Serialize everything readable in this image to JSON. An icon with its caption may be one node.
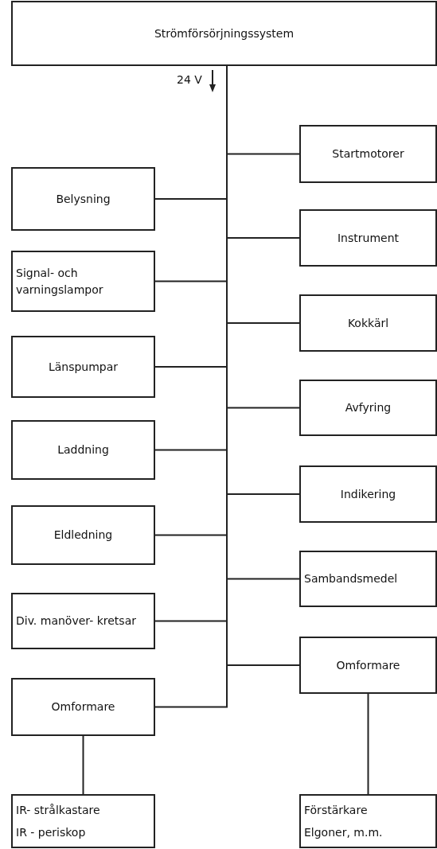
{
  "diagram": {
    "nodes": [
      {
        "text": [
          "Strömförsörjningssystem"
        ]
      },
      {
        "text": [
          "Startmotorer"
        ]
      },
      {
        "text": [
          "Belysning"
        ]
      },
      {
        "text": [
          "Instrument"
        ]
      },
      {
        "text": [
          "Signal- och varningslampor"
        ]
      },
      {
        "text": [
          "Kokkärl"
        ]
      },
      {
        "text": [
          "Länspumpar"
        ]
      },
      {
        "text": [
          "Avfyring"
        ]
      },
      {
        "text": [
          "Laddning"
        ]
      },
      {
        "text": [
          "Indikering"
        ]
      },
      {
        "text": [
          "Eldledning"
        ]
      },
      {
        "text": [
          "Sambandsmedel"
        ]
      },
      {
        "text": [
          "Div. manöver- kretsar"
        ]
      },
      {
        "text": [
          "Omformare"
        ]
      },
      {
        "text": [
          "Omformare"
        ]
      },
      {
        "text": [
          "IR- strålkastare",
          "IR - periskop"
        ]
      },
      {
        "text": [
          "Förstärkare",
          "Elgoner, m.m."
        ]
      }
    ],
    "edges": [
      {
        "from": 0,
        "to": 1,
        "arrow": "none"
      },
      {
        "from": 0,
        "to": 2,
        "arrow": "none"
      },
      {
        "from": 0,
        "to": 3,
        "arrow": "none"
      },
      {
        "from": 0,
        "to": 4,
        "arrow": "none"
      },
      {
        "from": 0,
        "to": 5,
        "arrow": "none"
      },
      {
        "from": 0,
        "to": 6,
        "arrow": "none"
      },
      {
        "from": 0,
        "to": 7,
        "arrow": "none"
      },
      {
        "from": 0,
        "to": 8,
        "arrow": "none"
      },
      {
        "from": 0,
        "to": 9,
        "arrow": "none"
      },
      {
        "from": 0,
        "to": 10,
        "arrow": "none"
      },
      {
        "from": 0,
        "to": 11,
        "arrow": "none"
      },
      {
        "from": 0,
        "to": 12,
        "arrow": "none"
      },
      {
        "from": 0,
        "to": 13,
        "arrow": "none"
      },
      {
        "from": 0,
        "to": 14,
        "arrow": "none"
      },
      {
        "from": 14,
        "to": 15,
        "arrow": "none"
      },
      {
        "from": 13,
        "to": 16,
        "arrow": "none"
      }
    ],
    "labels": [
      "24 V"
    ]
  }
}
